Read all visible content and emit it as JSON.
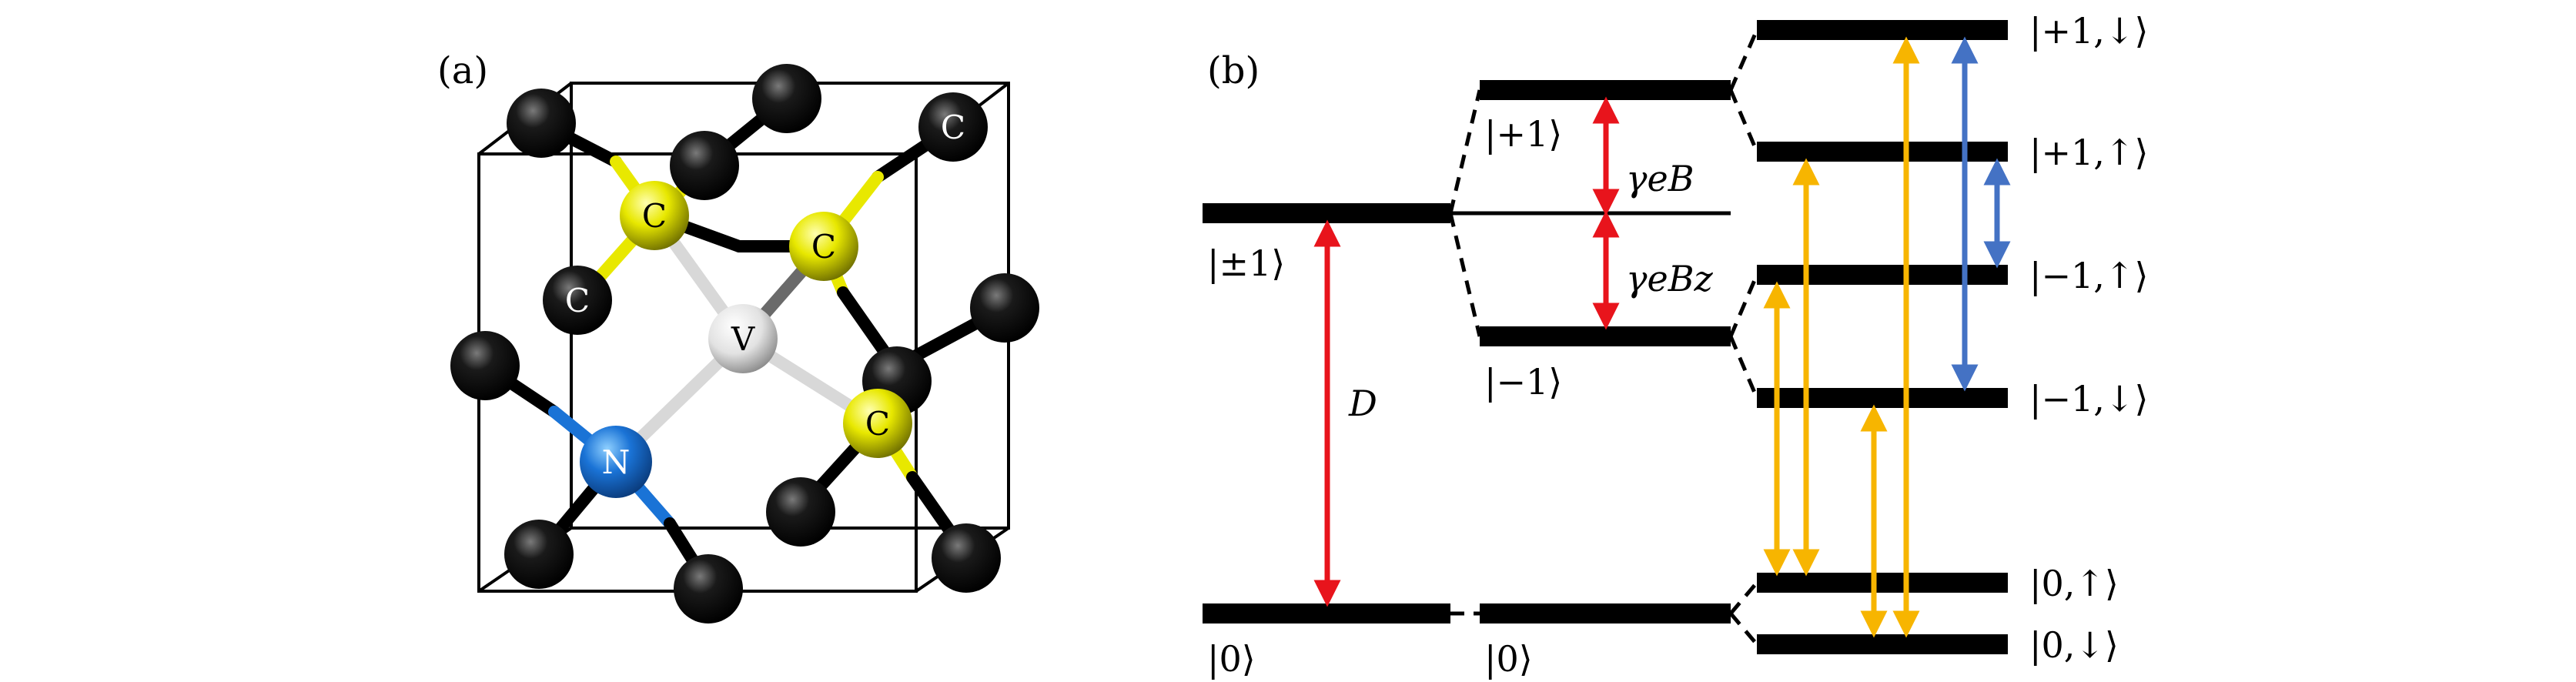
{
  "panel_a": {
    "label": "(a)",
    "atoms": {
      "carbon_label": "C",
      "vacancy_label": "V",
      "nitrogen_label": "N"
    },
    "colors": {
      "carbon_dark": "#000000",
      "carbon_yellow": "#e8e800",
      "vacancy": "#e6e6e6",
      "nitrogen": "#1a73d6",
      "bond_gray": "#cfcfcf"
    }
  },
  "panel_b": {
    "label": "(b)",
    "zero_field": {
      "upper_level": "|±1⟩",
      "lower_level": "|0⟩",
      "splitting_label": "D"
    },
    "zeeman": {
      "plus_level": "|+1⟩",
      "minus_level": "|−1⟩",
      "zero_level": "|0⟩",
      "upper_gap_label": "γeB",
      "lower_gap_label": "γeBz"
    },
    "hyperfine_levels": [
      "|+1,↓⟩",
      "|+1,↑⟩",
      "|−1,↑⟩",
      "|−1,↓⟩",
      "|0,↑⟩",
      "|0,↓⟩"
    ],
    "colors": {
      "red_arrow": "#e8141c",
      "yellow_arrow": "#f7b500",
      "blue_arrow": "#4472c4"
    }
  }
}
